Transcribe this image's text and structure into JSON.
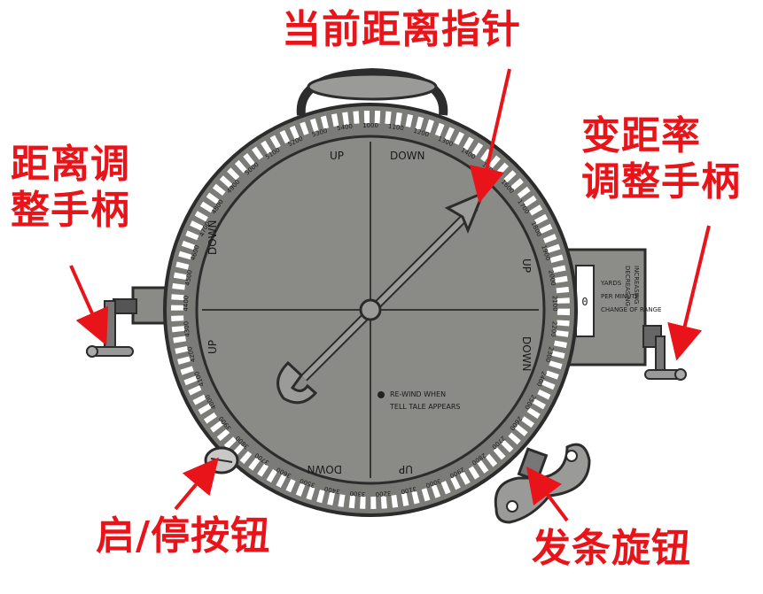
{
  "callouts": {
    "current_pointer": "当前距离指针",
    "range_handle": [
      "距离调",
      "整手柄"
    ],
    "rate_handle": [
      "变距率",
      "调整手柄"
    ],
    "start_stop": "启/停按钮",
    "wind_knob": "发条旋钮"
  },
  "dial": {
    "up": "UP",
    "down": "DOWN",
    "rewind_line1": "RE-WIND WHEN",
    "rewind_line2": "TELL TALE APPEARS",
    "scale_labels": [
      "1000",
      "1100",
      "1200",
      "1300",
      "1400",
      "1500",
      "1600",
      "1700",
      "1800",
      "1900",
      "2000",
      "2100",
      "2200",
      "2300",
      "2400",
      "2500",
      "2600",
      "2700",
      "2800",
      "2900",
      "3000",
      "3100",
      "3200",
      "3300",
      "3400",
      "3500",
      "3600",
      "3700",
      "3800",
      "3900",
      "4000",
      "4100",
      "4200",
      "4300",
      "4400",
      "4500",
      "4600",
      "4700",
      "4800",
      "4900",
      "5000",
      "5100",
      "5200",
      "5300",
      "5400"
    ]
  },
  "side_box": {
    "rate_value": "0",
    "labels": [
      "YARDS",
      "PER MINUTE",
      "CHANGE OF RANGE",
      "DECREASING",
      "INCREASING"
    ]
  },
  "colors": {
    "callout": "#e8141a",
    "dial_face": "#8a8a87",
    "ring": "#6e6e6b"
  }
}
